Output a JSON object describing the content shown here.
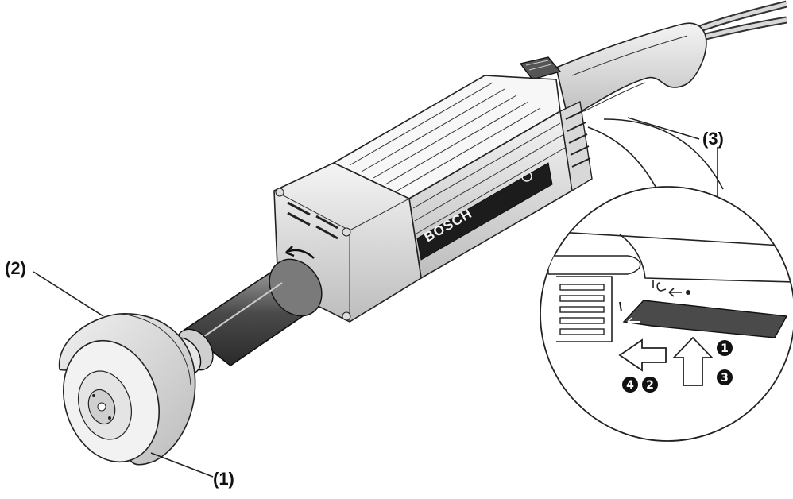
{
  "figure": {
    "brand_label": "BOSCH",
    "callouts": [
      {
        "id": "1",
        "label": "(1)"
      },
      {
        "id": "2",
        "label": "(2)"
      },
      {
        "id": "3",
        "label": "(3)"
      }
    ],
    "detail_steps": [
      {
        "label": "1",
        "symbol": "➊"
      },
      {
        "label": "2",
        "symbol": "➋"
      },
      {
        "label": "3",
        "symbol": "➌"
      },
      {
        "label": "4",
        "symbol": "➍"
      }
    ],
    "arrow_icons": {
      "push_up": "arrow-up-icon",
      "push_left": "arrow-left-icon",
      "rotation": "rotation-arrow-icon"
    }
  }
}
